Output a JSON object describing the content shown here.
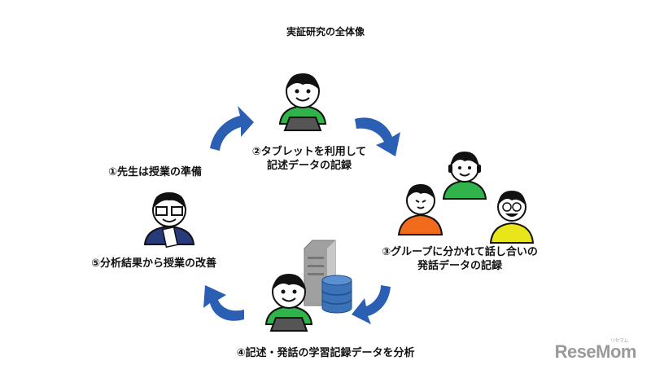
{
  "title": "実証研究の全体像",
  "steps": [
    {
      "num": "①",
      "text": "先生は授業の準備"
    },
    {
      "num": "②",
      "line1": "タブレットを利用して",
      "line2": "記述データの記録"
    },
    {
      "num": "③",
      "line1": "グループに分かれて話し合いの",
      "line2": "発話データの記録"
    },
    {
      "num": "④",
      "text": "記述・発話の学習記録データを分析"
    },
    {
      "num": "⑤",
      "text": "分析結果から授業の改善"
    }
  ],
  "colors": {
    "arrow": "#2b5fb3",
    "green_shirt": "#2fb34a",
    "orange_shirt": "#f26b1d",
    "yellow_shirt": "#e8e61a",
    "teacher_suit": "#273a7a",
    "database": "#3c72b8",
    "server": "#9a9a9a"
  },
  "logo": {
    "text": "ReseMom",
    "kana": "リセマム"
  }
}
